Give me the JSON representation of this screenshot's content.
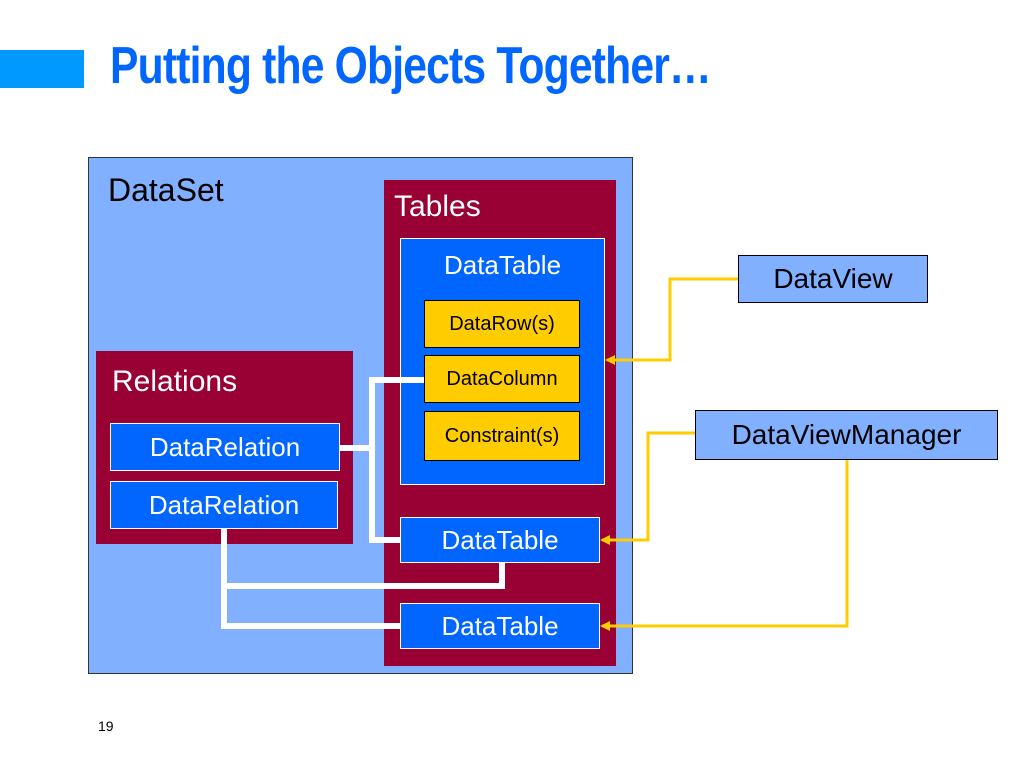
{
  "slide": {
    "title": "Putting the Objects Together…",
    "page_number": "19"
  },
  "colors": {
    "title": "#0066ff",
    "accent_bar": "#0099ff",
    "dataset_fill": "#80b0ff",
    "container_fill": "#990033",
    "blue_box": "#0066ff",
    "yellow_box": "#ffcc00",
    "white_connector": "#ffffff",
    "yellow_connector": "#ffcc00"
  },
  "diagram": {
    "dataset": {
      "label": "DataSet"
    },
    "tables": {
      "label": "Tables",
      "datatable_main": {
        "label": "DataTable",
        "items": [
          "DataRow(s)",
          "DataColumn",
          "Constraint(s)"
        ]
      },
      "datatable_2": {
        "label": "DataTable"
      },
      "datatable_3": {
        "label": "DataTable"
      }
    },
    "relations": {
      "label": "Relations",
      "items": [
        "DataRelation",
        "DataRelation"
      ]
    },
    "dataview": {
      "label": "DataView"
    },
    "dataviewmanager": {
      "label": "DataViewManager"
    }
  }
}
